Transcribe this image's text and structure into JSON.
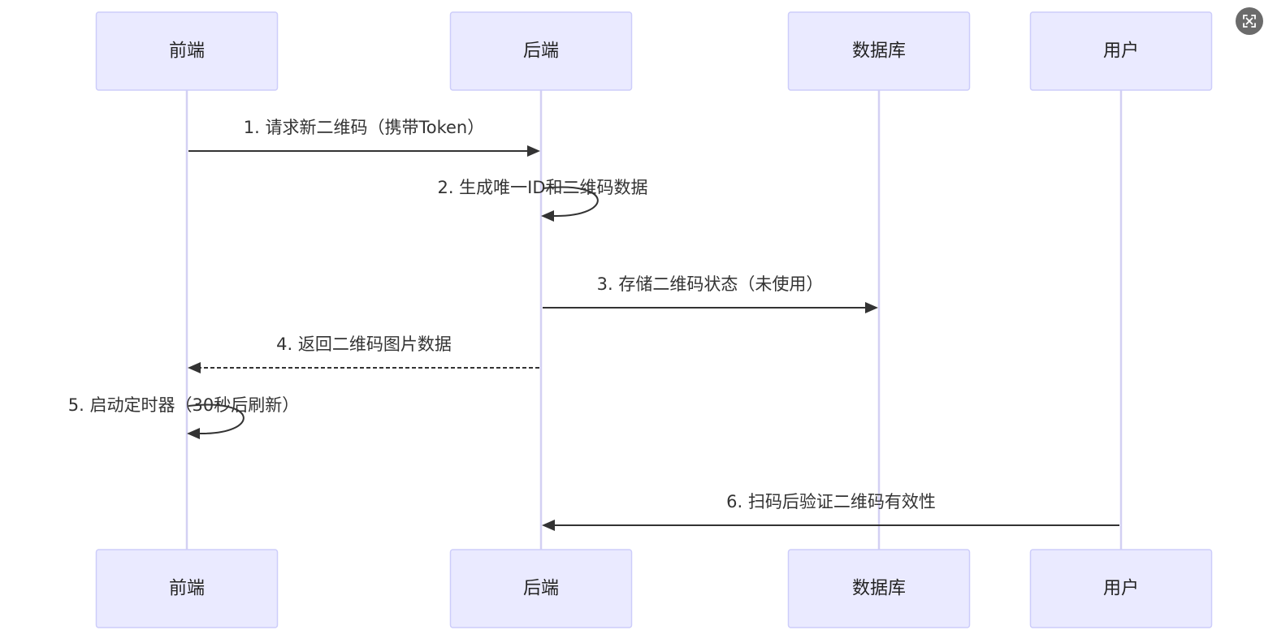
{
  "participants": [
    {
      "id": "frontend",
      "label": "前端"
    },
    {
      "id": "backend",
      "label": "后端"
    },
    {
      "id": "database",
      "label": "数据库"
    },
    {
      "id": "user",
      "label": "用户"
    }
  ],
  "messages": [
    {
      "from": "frontend",
      "to": "backend",
      "label": "1. 请求新二维码（携带Token）",
      "style": "solid"
    },
    {
      "from": "backend",
      "to": "backend",
      "label": "2. 生成唯一ID和二维码数据",
      "style": "self"
    },
    {
      "from": "backend",
      "to": "database",
      "label": "3. 存储二维码状态（未使用）",
      "style": "solid"
    },
    {
      "from": "backend",
      "to": "frontend",
      "label": "4. 返回二维码图片数据",
      "style": "dashed"
    },
    {
      "from": "frontend",
      "to": "frontend",
      "label": "5. 启动定时器（30秒后刷新）",
      "style": "self"
    },
    {
      "from": "user",
      "to": "backend",
      "label": "6. 扫码后验证二维码有效性",
      "style": "solid"
    }
  ],
  "colors": {
    "actor_fill": "#eaeaff",
    "actor_stroke": "#cdcdfa",
    "lifeline": "#d3d0f3",
    "message": "#333333",
    "fullscreen_button": "#6b6b6b"
  },
  "controls": {
    "fullscreen_icon": "expand-icon"
  }
}
